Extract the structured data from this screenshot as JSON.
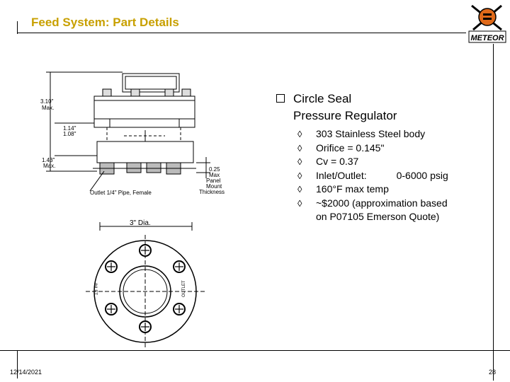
{
  "header": {
    "title": "Feed System: Part Details",
    "logo_text": "METEOR",
    "title_color": "#c8a000"
  },
  "drawing": {
    "dim_height_max": "3.10\"",
    "dim_height_max_sub": "Max.",
    "dim_mid_a": "1.14\"",
    "dim_mid_b": "1.08\"",
    "dim_low": "1.43\"",
    "dim_low_sub": "Max.",
    "dim_panel": "0.25",
    "dim_panel_sub1": "Max",
    "dim_panel_sub2": "Panel",
    "dim_panel_sub3": "Mount",
    "dim_panel_sub4": "Thickness",
    "outlet_label": "Outlet 1/4\" Pipe, Female",
    "diameter_label": "3\" Dia.",
    "inlet_label": "INLET",
    "outlet_side_label": "OUTLET"
  },
  "content": {
    "main_bullet_line1": "Circle Seal",
    "main_bullet_line2": "Pressure Regulator",
    "items": [
      "303 Stainless Steel body",
      "Orifice = 0.145\"",
      "Cv = 0.37",
      "Inlet/Outlet:",
      "160°F max temp",
      "~$2000 (approximation based on P07105 Emerson Quote)"
    ],
    "inlet_value": "0-6000 psig"
  },
  "footer": {
    "date": "12/14/2021",
    "page": "28"
  }
}
